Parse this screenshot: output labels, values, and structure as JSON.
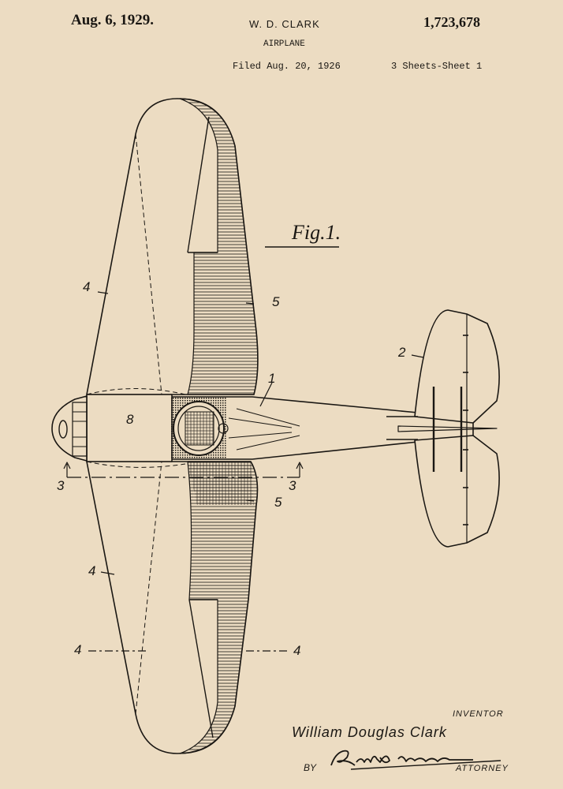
{
  "header": {
    "date": "Aug. 6, 1929.",
    "inventor_short": "W. D. CLARK",
    "patent_number": "1,723,678",
    "title": "AIRPLANE",
    "filed": "Filed Aug. 20, 1926",
    "sheets": "3 Sheets-Sheet 1"
  },
  "figure": {
    "label": "Fig.1.",
    "reference_numerals": {
      "r1": "1",
      "r2": "2",
      "r3a": "3",
      "r3b": "3",
      "r4a": "4",
      "r4b": "4",
      "r4c": "4",
      "r4d": "4",
      "r5a": "5",
      "r5b": "5",
      "r8": "8"
    }
  },
  "footer": {
    "inventor_role": "INVENTOR",
    "inventor_name": "William Douglas Clark",
    "by": "BY",
    "attorney_role": "ATTORNEY",
    "attorney_signature": "Robert A. Lavender"
  },
  "colors": {
    "paper": "#ecdcc2",
    "ink": "#1a1713"
  }
}
